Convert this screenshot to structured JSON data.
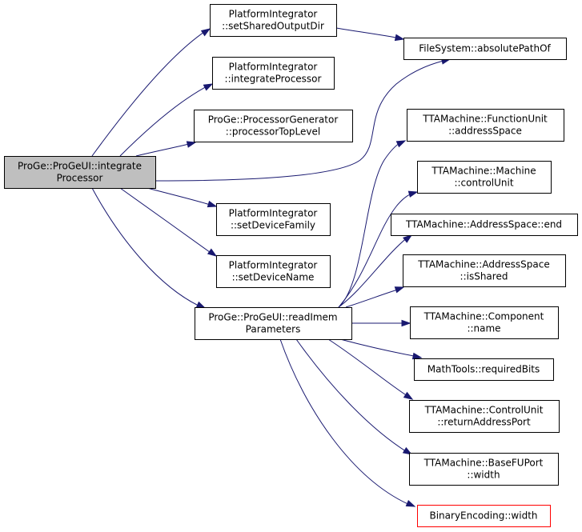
{
  "nodes": {
    "root": [
      "ProGe::ProGeUI::integrate",
      "Processor"
    ],
    "set_shared_output_dir": [
      "PlatformIntegrator",
      "::setSharedOutputDir"
    ],
    "absolute_path_of": [
      "FileSystem::absolutePathOf"
    ],
    "integrate_processor": [
      "PlatformIntegrator",
      "::integrateProcessor"
    ],
    "processor_top_level": [
      "ProGe::ProcessorGenerator",
      "::processorTopLevel"
    ],
    "set_device_family": [
      "PlatformIntegrator",
      "::setDeviceFamily"
    ],
    "set_device_name": [
      "PlatformIntegrator",
      "::setDeviceName"
    ],
    "read_imem_parameters": [
      "ProGe::ProGeUI::readImem",
      "Parameters"
    ],
    "fu_address_space": [
      "TTAMachine::FunctionUnit",
      "::addressSpace"
    ],
    "machine_control_unit": [
      "TTAMachine::Machine",
      "::controlUnit"
    ],
    "address_space_end": [
      "TTAMachine::AddressSpace::end"
    ],
    "address_space_is_shared": [
      "TTAMachine::AddressSpace",
      "::isShared"
    ],
    "component_name": [
      "TTAMachine::Component",
      "::name"
    ],
    "required_bits": [
      "MathTools::requiredBits"
    ],
    "return_address_port": [
      "TTAMachine::ControlUnit",
      "::returnAddressPort"
    ],
    "base_fu_port_width": [
      "TTAMachine::BaseFUPort",
      "::width"
    ],
    "binary_encoding_width": [
      "BinaryEncoding::width"
    ]
  },
  "edges": [
    [
      "root",
      "set_shared_output_dir"
    ],
    [
      "root",
      "absolute_path_of"
    ],
    [
      "root",
      "integrate_processor"
    ],
    [
      "root",
      "processor_top_level"
    ],
    [
      "root",
      "set_device_family"
    ],
    [
      "root",
      "set_device_name"
    ],
    [
      "root",
      "read_imem_parameters"
    ],
    [
      "set_shared_output_dir",
      "absolute_path_of"
    ],
    [
      "read_imem_parameters",
      "fu_address_space"
    ],
    [
      "read_imem_parameters",
      "machine_control_unit"
    ],
    [
      "read_imem_parameters",
      "address_space_end"
    ],
    [
      "read_imem_parameters",
      "address_space_is_shared"
    ],
    [
      "read_imem_parameters",
      "component_name"
    ],
    [
      "read_imem_parameters",
      "required_bits"
    ],
    [
      "read_imem_parameters",
      "return_address_port"
    ],
    [
      "read_imem_parameters",
      "base_fu_port_width"
    ],
    [
      "read_imem_parameters",
      "binary_encoding_width"
    ]
  ],
  "colors": {
    "edge": "#191970",
    "root_fill": "#bfbfbf",
    "highlight_border": "#ff0000"
  }
}
